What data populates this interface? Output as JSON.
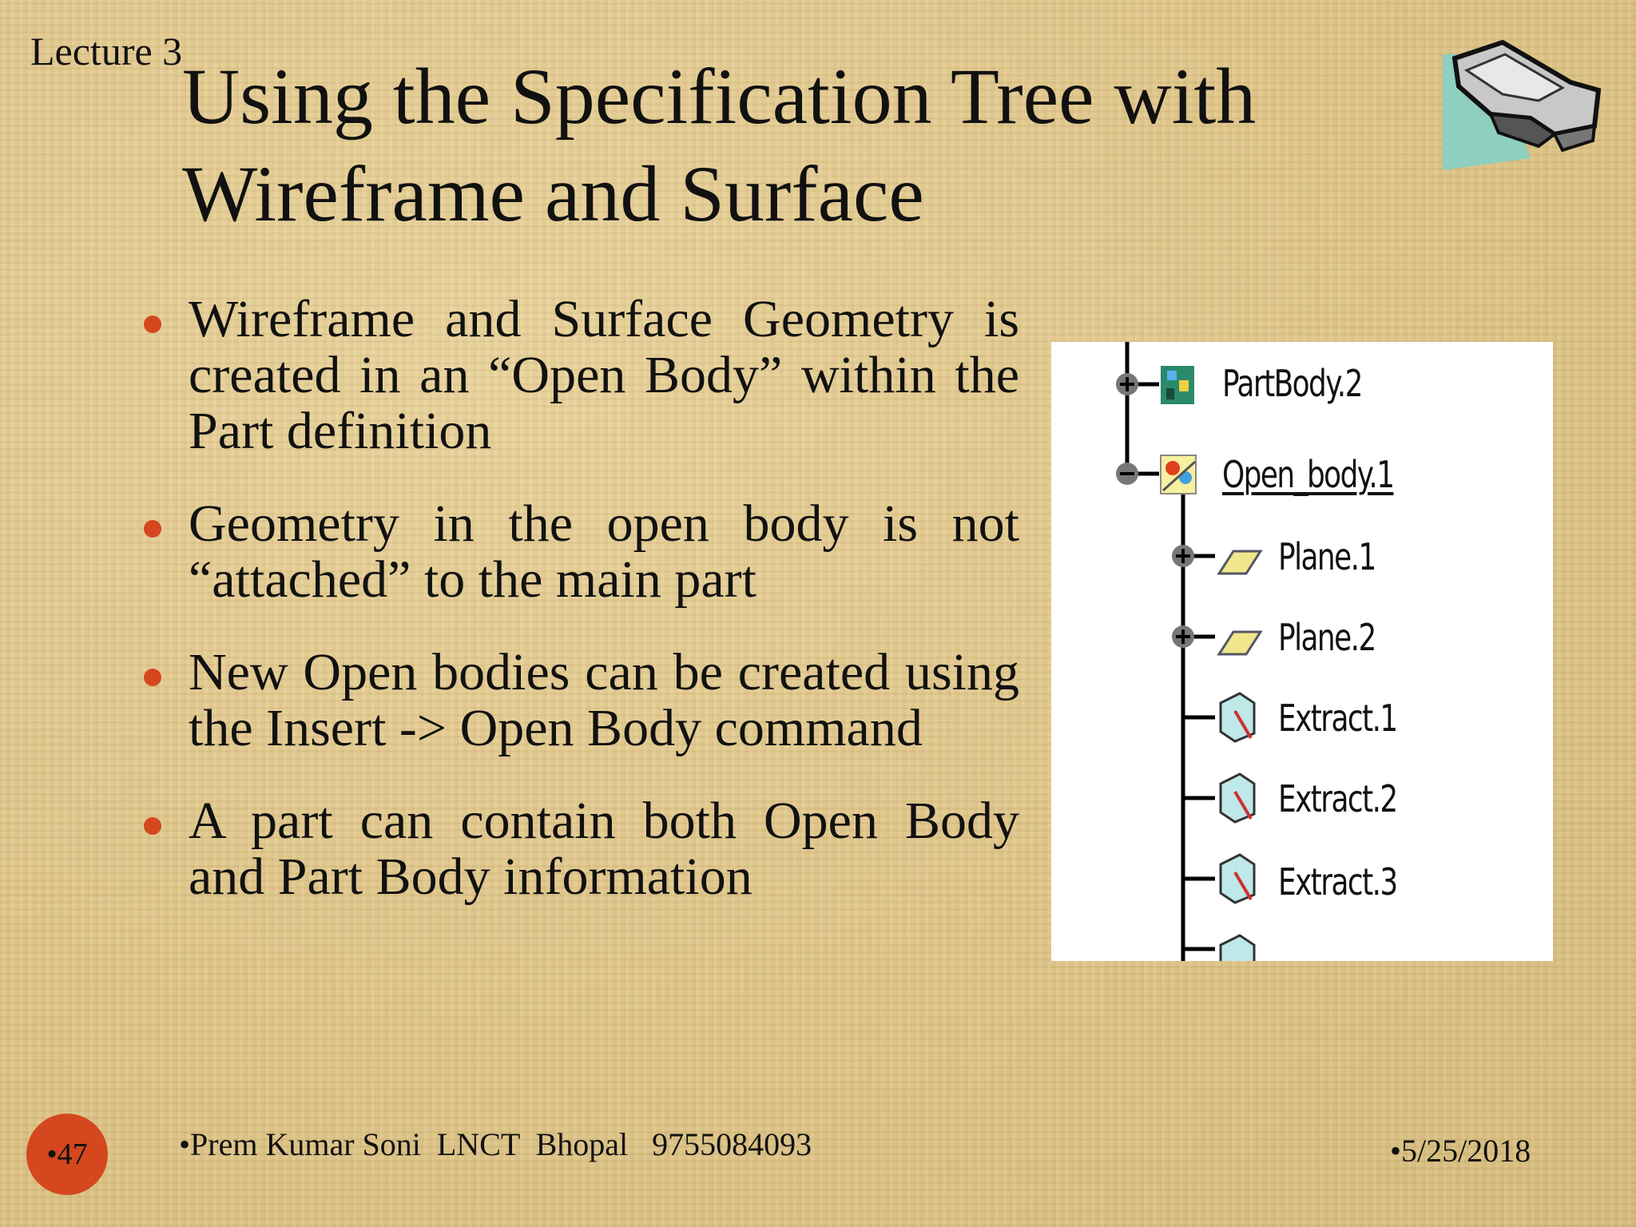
{
  "slide": {
    "lecture_label": "Lecture 3",
    "title_line1": "Using the Specification Tree with",
    "title_line2": "Wireframe and Surface"
  },
  "bullets": [
    "Wireframe and Surface Geometry is created in an “Open Body” within the Part definition",
    "Geometry in the open body is not “attached” to the main part",
    "New Open bodies can be created using the Insert -> Open Body command",
    "A part can contain both Open Body and Part Body information"
  ],
  "spec_tree": {
    "nodes": [
      {
        "label": "PartBody.2",
        "icon": "partbody-icon",
        "expander": "plus"
      },
      {
        "label": "Open_body.1",
        "icon": "open-body-icon",
        "expander": "minus",
        "selected": true
      },
      {
        "label": "Plane.1",
        "icon": "plane-icon",
        "expander": "plus"
      },
      {
        "label": "Plane.2",
        "icon": "plane-icon",
        "expander": "plus"
      },
      {
        "label": "Extract.1",
        "icon": "extract-icon",
        "expander": "none"
      },
      {
        "label": "Extract.2",
        "icon": "extract-icon",
        "expander": "none"
      },
      {
        "label": "Extract.3",
        "icon": "extract-icon",
        "expander": "none"
      }
    ]
  },
  "footer": {
    "page_number": "•47",
    "author": "•Prem Kumar Soni  LNCT  Bhopal   9755084093",
    "date": "•5/25/2018"
  },
  "colors": {
    "background": "#e2c98f",
    "accent_bullet": "#d4471f",
    "plane_icon": "#f0e68c",
    "tree_line": "#000000"
  }
}
